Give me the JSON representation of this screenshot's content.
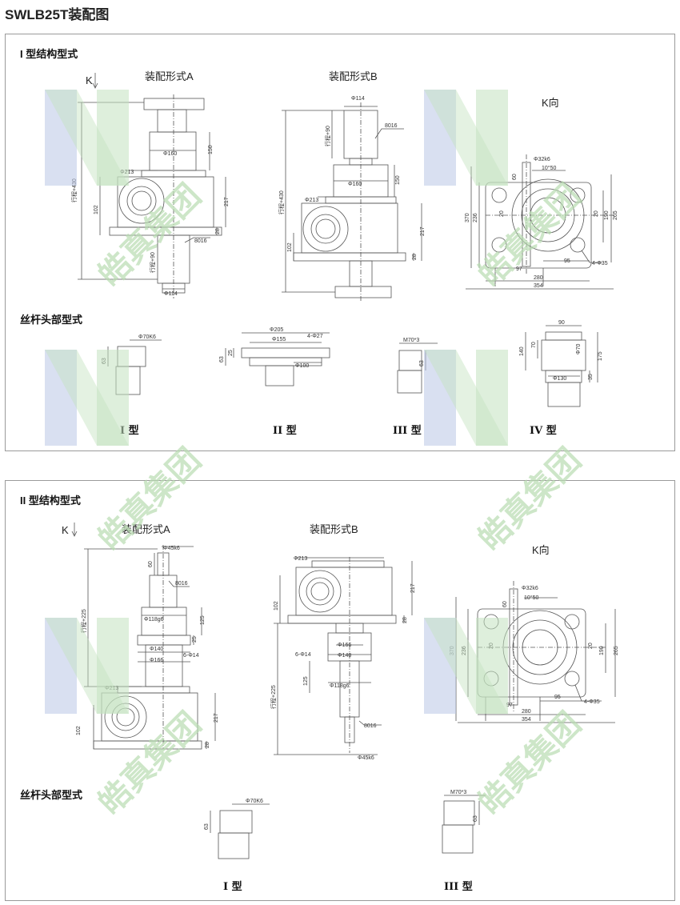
{
  "title": "SWLB25T装配图",
  "watermark": "皓真集团",
  "colors": {
    "line": "#555555",
    "wm_blue": "#b9c7e6",
    "wm_green": "#c3e2bf",
    "panel_border": "#9a9a9a"
  },
  "panel1": {
    "section_title": "I 型结构型式",
    "k_label": "K",
    "assembly_a": "装配形式A",
    "assembly_b": "装配形式B",
    "k_view": "K向",
    "head_title": "丝杆头部型式",
    "types": [
      "I 型",
      "II 型",
      "III 型",
      "IV 型"
    ],
    "dims_a": {
      "stroke": "行程+430",
      "d213": "Φ213",
      "d160": "Φ160",
      "h150": "150",
      "h217": "217",
      "h102": "102",
      "h28": "28",
      "stroke90": "行程+90",
      "t8016": "8016",
      "d114": "Φ114"
    },
    "dims_b": {
      "d114": "Φ114",
      "t8016": "8016",
      "stroke90": "行程+90",
      "stroke": "行程+430",
      "d160": "Φ160",
      "h150": "150",
      "d213": "Φ213",
      "h217": "217",
      "h102": "102",
      "h28": "28"
    },
    "dims_k": {
      "d32k6": "Φ32k6",
      "d1050": "10°50",
      "h60": "60",
      "h370": "370",
      "h236": "236",
      "h20a": "20",
      "h20b": "20",
      "h190": "190",
      "h265": "265",
      "w97": "97",
      "w95": "95",
      "holes": "4-Φ35",
      "w280": "280",
      "w354": "354"
    },
    "head_dims": {
      "d70k6": "Φ70K6",
      "h63a": "63",
      "d205": "Φ205",
      "holes27": "4-Φ27",
      "d155": "Φ155",
      "h63b": "63",
      "h25": "25",
      "d100": "Φ100",
      "m70": "M70*3",
      "h63c": "63",
      "w90": "90",
      "h70": "70",
      "d70": "Φ70",
      "h140": "140",
      "h175": "175",
      "d130": "Φ130",
      "h35": "35"
    }
  },
  "panel2": {
    "section_title": "II 型结构型式",
    "k_label": "K",
    "assembly_a": "装配形式A",
    "assembly_b": "装配形式B",
    "k_view": "K向",
    "head_title": "丝杆头部型式",
    "types": [
      "I 型",
      "III 型"
    ],
    "dims_a": {
      "d45k6": "Φ45k6",
      "h60": "60",
      "t8016": "8016",
      "stroke": "行程+225",
      "d118g6": "Φ118g6",
      "h125": "125",
      "h25": "25",
      "d140": "Φ140",
      "d166": "Φ166",
      "holes14": "6-Φ14",
      "d213": "Φ213",
      "h217": "217",
      "h102": "102",
      "h28": "28"
    },
    "dims_b": {
      "d213": "Φ213",
      "h217": "217",
      "h102": "102",
      "h28": "28",
      "d166": "Φ166",
      "holes14": "6-Φ14",
      "d140": "Φ140",
      "h125": "125",
      "d118g6": "Φ118g6",
      "stroke": "行程+225",
      "t8016": "8016",
      "d45k6": "Φ45k6"
    },
    "dims_k": {
      "d32k6": "Φ32k6",
      "d1050": "10°50",
      "h60": "60",
      "h370": "370",
      "h236": "236",
      "h20a": "20",
      "h20b": "20",
      "h190": "190",
      "h265": "265",
      "w97": "97",
      "w95": "95",
      "holes": "4-Φ35",
      "w280": "280",
      "w354": "354"
    },
    "head_dims": {
      "d70k6": "Φ70K6",
      "h63a": "63",
      "m70": "M70*3",
      "h63c": "63"
    }
  }
}
